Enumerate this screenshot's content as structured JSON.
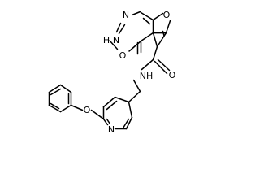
{
  "molecule": {
    "labels": {
      "n_top": "N",
      "o_ring": "O",
      "nh_ring": "N",
      "h_on_n": "H",
      "o_ketone": "O",
      "o_amide": "O",
      "nh_amide": "NH",
      "n_pyridine": "N",
      "o_ether": "O"
    }
  }
}
